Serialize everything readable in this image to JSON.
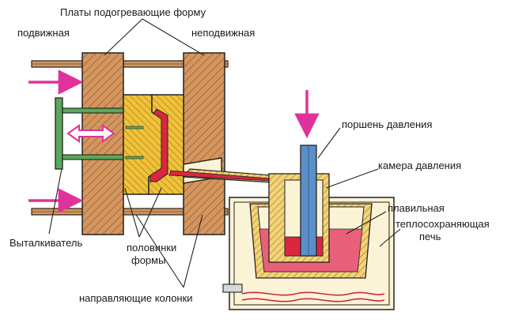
{
  "labels": {
    "heating_plates": "Платы подогревающие форму",
    "movable": "подвижная",
    "fixed": "неподвижная",
    "pressure_piston": "поршень давления",
    "pressure_chamber": "камера давления",
    "melting": "плавильная",
    "heat_retaining_1": "теплосохраняющая",
    "heat_retaining_2": "печь",
    "ejector": "Выталкиватель",
    "mold_halves_1": "половинки",
    "mold_halves_2": "формы",
    "guide_columns": "направляющие колонки"
  },
  "colors": {
    "wood": "#d5965e",
    "wood_hatch": "#8a5a35",
    "mold": "#f0c23c",
    "mold_hatch": "#a07410",
    "metal_red": "#d9273f",
    "melt_pink": "#e8607a",
    "ejector_green": "#5aa85a",
    "piston_blue": "#5b8fc8",
    "arrow_magenta": "#e0329b",
    "shell_cream": "#fbf3d6",
    "outline": "#222222"
  }
}
